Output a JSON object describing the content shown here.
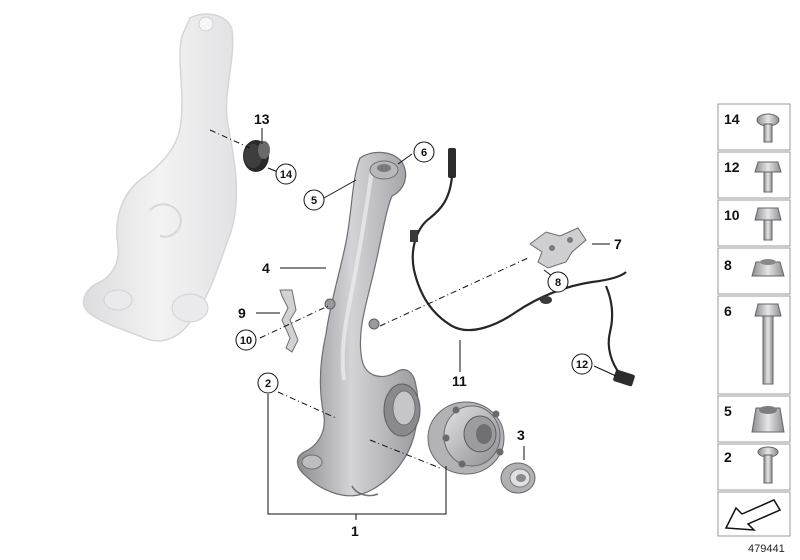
{
  "callouts": {
    "c1": "1",
    "c2": "2",
    "c3": "3",
    "c4": "4",
    "c5": "5",
    "c6": "6",
    "c7": "7",
    "c8": "8",
    "c9": "9",
    "c10": "10",
    "c11": "11",
    "c12": "12",
    "c13": "13",
    "c14": "14"
  },
  "legend": {
    "items": [
      "14",
      "12",
      "10",
      "8",
      "6",
      "5",
      "2"
    ]
  },
  "drawing_id": "479441",
  "colors": {
    "part_fill": "#c9c9cc",
    "part_shade": "#a7a7ab",
    "ghost_fill": "#ececee",
    "frame": "#9a9a9a"
  }
}
